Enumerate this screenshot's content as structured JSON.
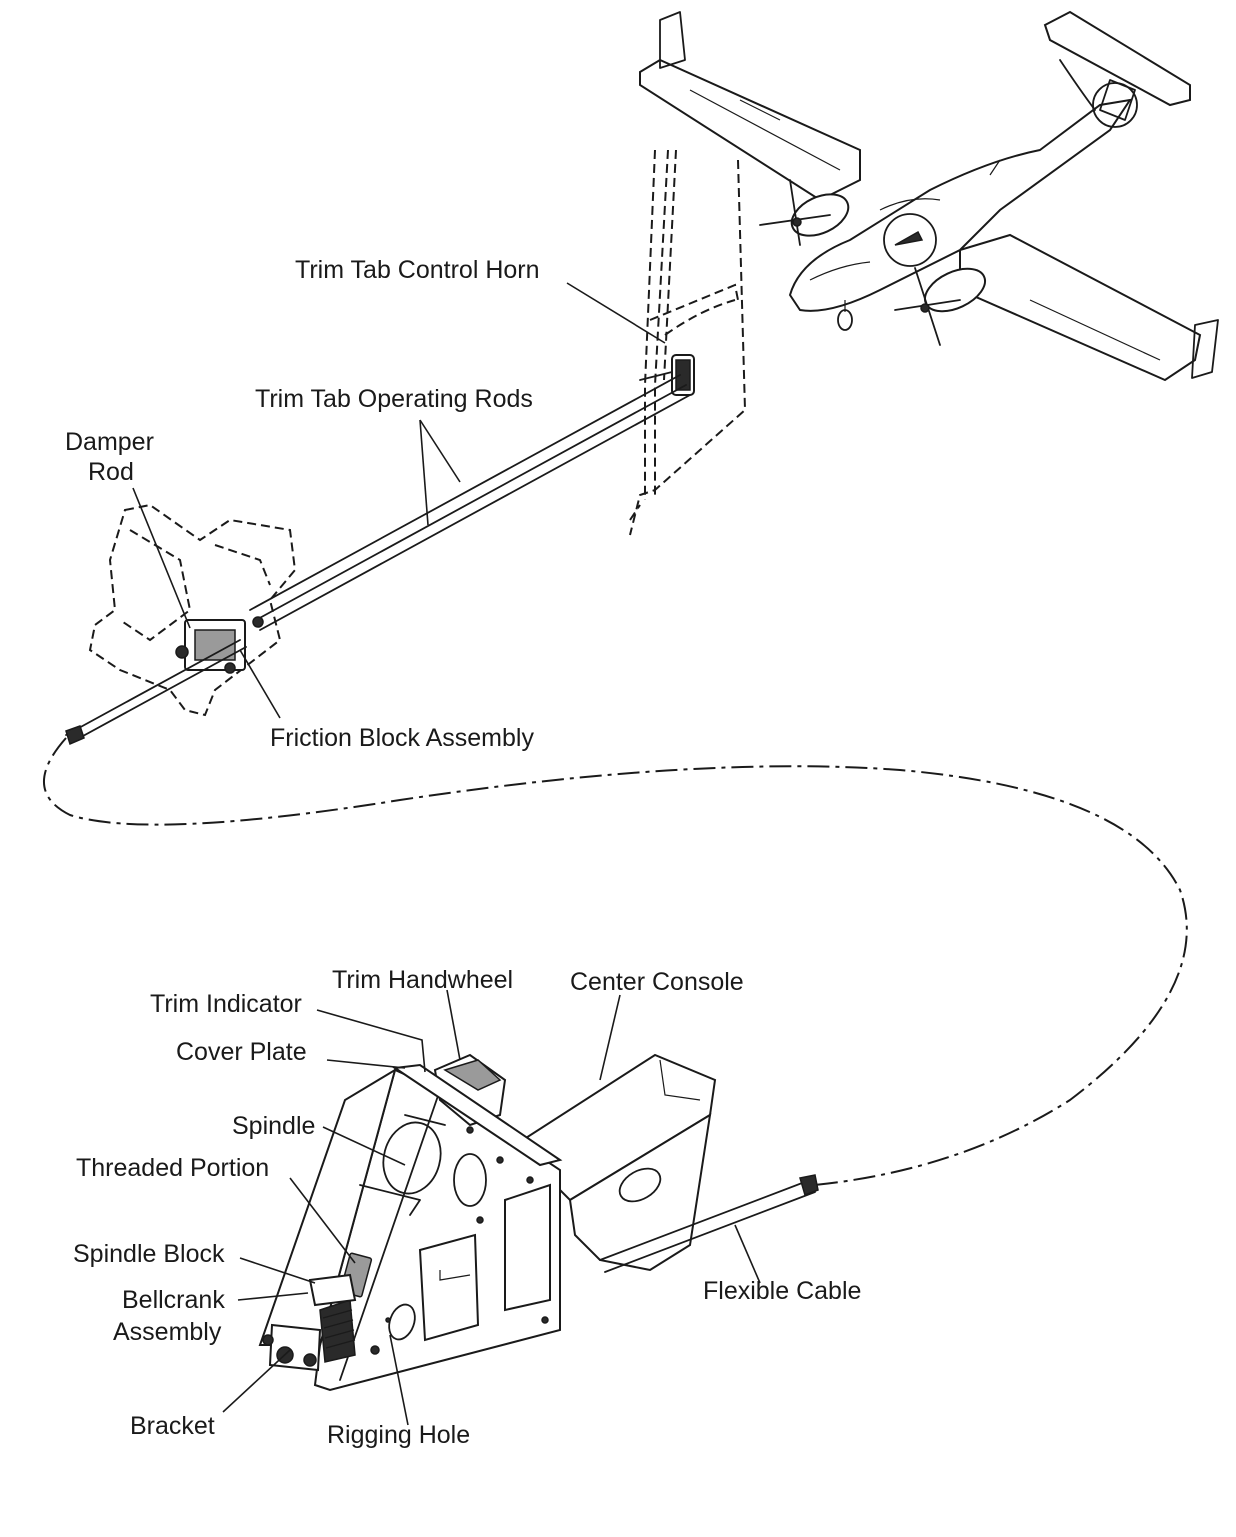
{
  "diagram": {
    "labels": {
      "trim_tab_control_horn": "Trim Tab Control Horn",
      "trim_tab_operating_rods": "Trim Tab Operating Rods",
      "damper_rod_line1": "Damper",
      "damper_rod_line2": "Rod",
      "friction_block_assembly": "Friction Block Assembly",
      "trim_handwheel": "Trim Handwheel",
      "center_console": "Center Console",
      "trim_indicator": "Trim Indicator",
      "cover_plate": "Cover Plate",
      "spindle": "Spindle",
      "threaded_portion": "Threaded Portion",
      "spindle_block": "Spindle Block",
      "bellcrank_line1": "Bellcrank",
      "bellcrank_line2": "Assembly",
      "flexible_cable": "Flexible Cable",
      "bracket": "Bracket",
      "rigging_hole": "Rigging Hole"
    },
    "line_color": "#1a1a1a",
    "background": "#ffffff"
  }
}
